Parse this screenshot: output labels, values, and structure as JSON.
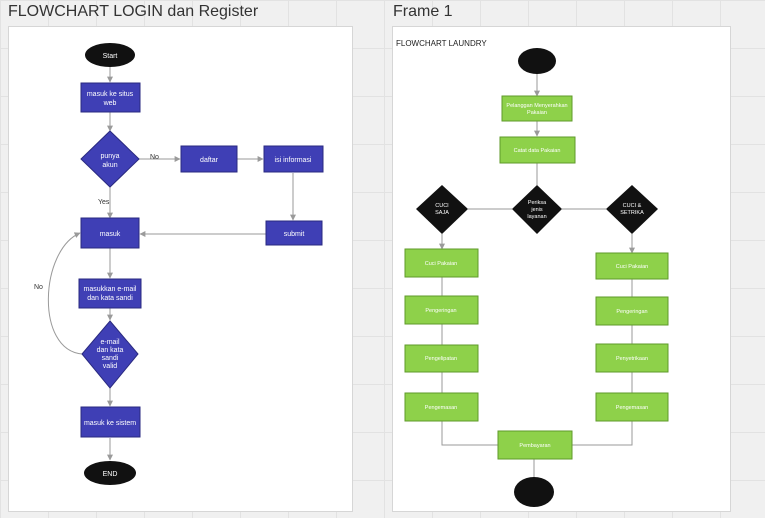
{
  "frames": {
    "login_title": "FLOWCHART LOGIN dan Register",
    "laundry_title": "Frame 1",
    "laundry_label": "FLOWCHART LAUNDRY"
  },
  "colors": {
    "login_fill": "#3f3fb5",
    "login_stroke": "#2a2a80",
    "laundry_fill": "#8ed14a",
    "laundry_stroke": "#5f9a2a",
    "terminal_fill": "#111111",
    "edge_color": "#9a9a9a"
  },
  "login": {
    "start": "Start",
    "visit_site": [
      "masuk ke situs",
      "web"
    ],
    "has_account": [
      "punya",
      "akun"
    ],
    "register": "daftar",
    "fill_info": "isi informasi",
    "submit": "submit",
    "login": "masuk",
    "enter_credentials": [
      "masukkan e-mail",
      "dan kata sandi"
    ],
    "credentials_valid": [
      "e-mail",
      "dan kata",
      "sandi",
      "valid"
    ],
    "enter_system": "masuk ke sistem",
    "end": "END",
    "label_no": "No",
    "label_yes": "Yes",
    "label_no_loop": "No"
  },
  "laundry": {
    "customer_delivers": [
      "Pelanggan Menyerahkan",
      "Pakaian"
    ],
    "record_data": "Catat data Pakaian",
    "check_service": [
      "Periksa",
      "jenis",
      "layanan"
    ],
    "wash_only": [
      "CUCI",
      "SAJA"
    ],
    "wash_iron": [
      "CUCI &",
      "SETRIKA"
    ],
    "left_steps": [
      "Cuci Pakaian",
      "Pengeringan",
      "Pengelipatan",
      "Pengemasan"
    ],
    "right_steps": [
      "Cuci Pakaian",
      "Pengeringan",
      "Penyetrikaan",
      "Pengemasan"
    ],
    "payment": "Pembayaran"
  }
}
